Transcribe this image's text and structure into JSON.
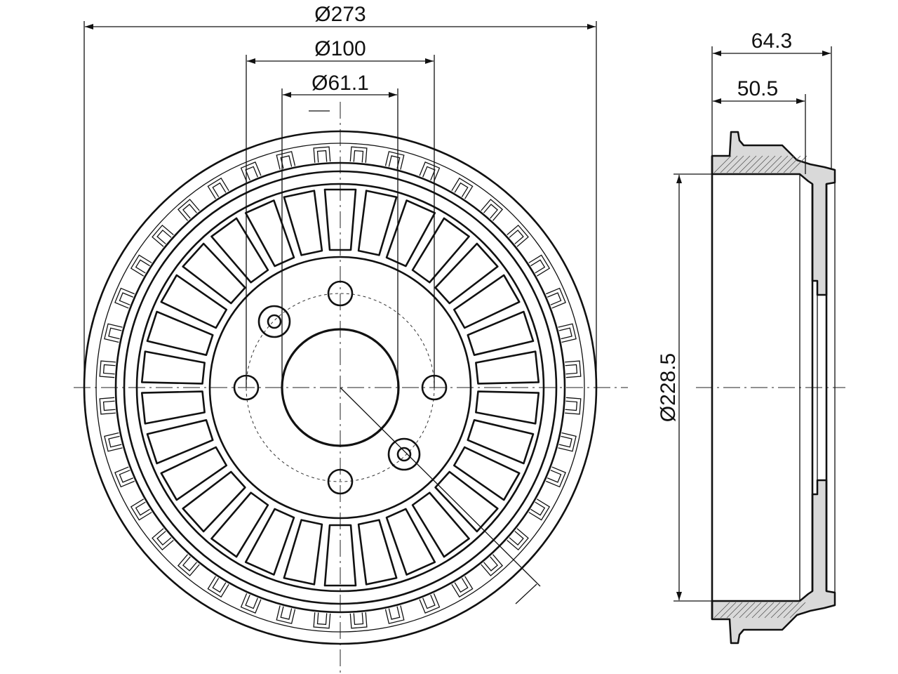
{
  "dimensions": {
    "outer_diameter": "Ø273",
    "bolt_circle_diameter": "Ø100",
    "center_bore_diameter": "Ø61.1",
    "braking_diameter": "Ø228.5",
    "overall_height": "64.3",
    "inner_height": "50.5"
  },
  "colors": {
    "line": "#111111",
    "section_fill": "#d9d9d9",
    "background": "#ffffff"
  }
}
